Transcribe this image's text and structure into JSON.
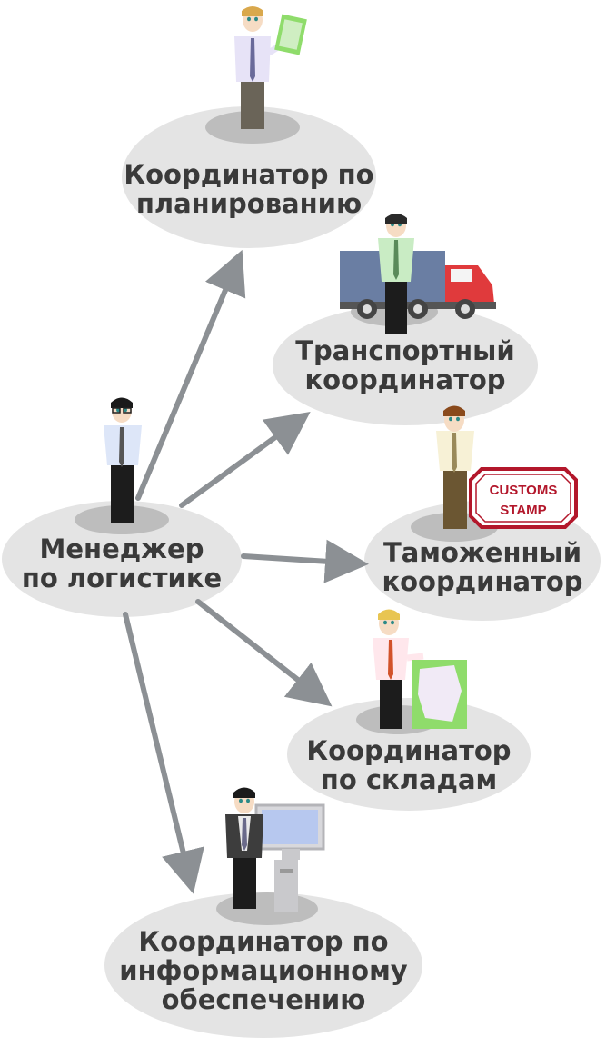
{
  "diagram": {
    "central_node": {
      "line1": "Менеджер",
      "line2": "по логистике"
    },
    "nodes": [
      {
        "id": "planning",
        "line1": "Координатор по",
        "line2": "планированию"
      },
      {
        "id": "transport",
        "line1": "Транспортный",
        "line2": "координатор"
      },
      {
        "id": "customs",
        "line1": "Таможенный",
        "line2": "координатор"
      },
      {
        "id": "warehouse",
        "line1": "Координатор",
        "line2": "по складам"
      },
      {
        "id": "it",
        "line1": "Координатор по",
        "line2": "информационному",
        "line3": "обеспечению"
      }
    ],
    "customs_stamp": {
      "line1": "CUSTOMS",
      "line2": "STAMP"
    }
  },
  "colors": {
    "ellipse": "#e4e4e4",
    "shadow": "#bdbdbd",
    "arrow": "#8c9094",
    "text": "#3a3a3a",
    "stamp": "#b3172b",
    "truck_body": "#6a7ea3",
    "truck_cab": "#e03a3c",
    "map_green": "#8fdc6b"
  }
}
